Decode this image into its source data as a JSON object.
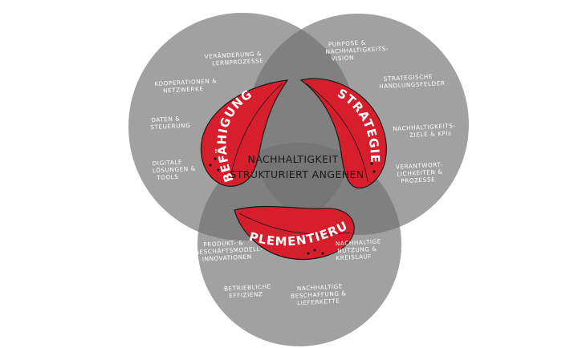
{
  "center": {
    "line1": "NACHHALTIGKEIT",
    "line2": "STRUKTURIERT ANGEHEN"
  },
  "leaves": {
    "befaehigung": "BEFÄHIGUNG",
    "strategie": "STRATEGIE",
    "implementierung": "IMPLEMENTIERUNG"
  },
  "befaehigung_items": {
    "veraenderung": [
      "VERÄNDERUNG &",
      "LERNPROZESSE"
    ],
    "kooperationen": [
      "KOOPERATIONEN &",
      "NETZWERKE"
    ],
    "daten": [
      "DATEN &",
      "STEUERUNG"
    ],
    "digitale": [
      "DIGITALE",
      "LÖSUNGEN &",
      "TOOLS"
    ]
  },
  "strategie_items": {
    "purpose": [
      "PURPOSE &",
      "NACHHALTIGKEITS-",
      "VISION"
    ],
    "handlungsfelder": [
      "STRATEGISCHE",
      "HANDLUNGSFELDER"
    ],
    "ziele": [
      "NACHHALTIGKEITS-",
      "ZIELE & KPIs"
    ],
    "verantwortlichkeiten": [
      "VERANTWORT-",
      "LICHKEITEN &",
      "PROZESSE"
    ]
  },
  "implementierung_items": {
    "produkt": [
      "PRODUKT- &",
      "GESCHÄFTSMODELL-",
      "INNOVATIONEN"
    ],
    "nutzung": [
      "NACHHALTIGE",
      "NUTZUNG &",
      "KREISLAUF"
    ],
    "effizienz": [
      "BETRIEBLICHE",
      "EFFIZIENZ"
    ],
    "beschaffung": [
      "NACHHALTIGE",
      "BESCHAFFUNG &",
      "LIEFERKETTE"
    ]
  },
  "colors": {
    "circle": "#7b7b7b",
    "leaf": "#d61e2c",
    "leaf_stroke": "#1a1a1a",
    "text": "#ffffff"
  }
}
